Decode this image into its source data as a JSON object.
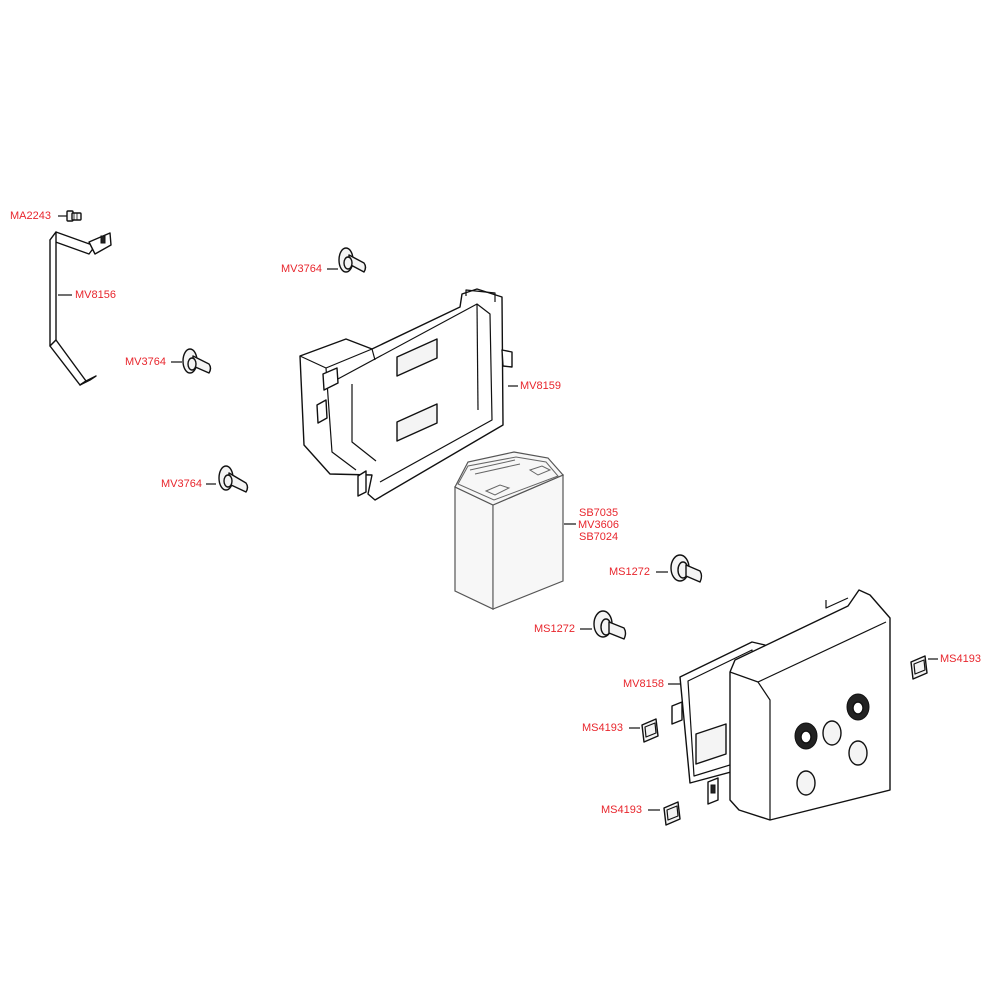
{
  "labels": {
    "ma2243": "MA2243",
    "mv8156": "MV8156",
    "mv3764_a": "MV3764",
    "mv3764_b": "MV3764",
    "mv3764_c": "MV3764",
    "mv8159": "MV8159",
    "sb7035": "SB7035",
    "mv3606": "MV3606",
    "sb7024": "SB7024",
    "ms1272_a": "MS1272",
    "ms1272_b": "MS1272",
    "mv8158": "MV8158",
    "ms4193_a": "MS4193",
    "ms4193_b": "MS4193",
    "ms4193_c": "MS4193"
  },
  "colors": {
    "label": "#e8262d",
    "outline": "#111111",
    "background": "#ffffff"
  }
}
